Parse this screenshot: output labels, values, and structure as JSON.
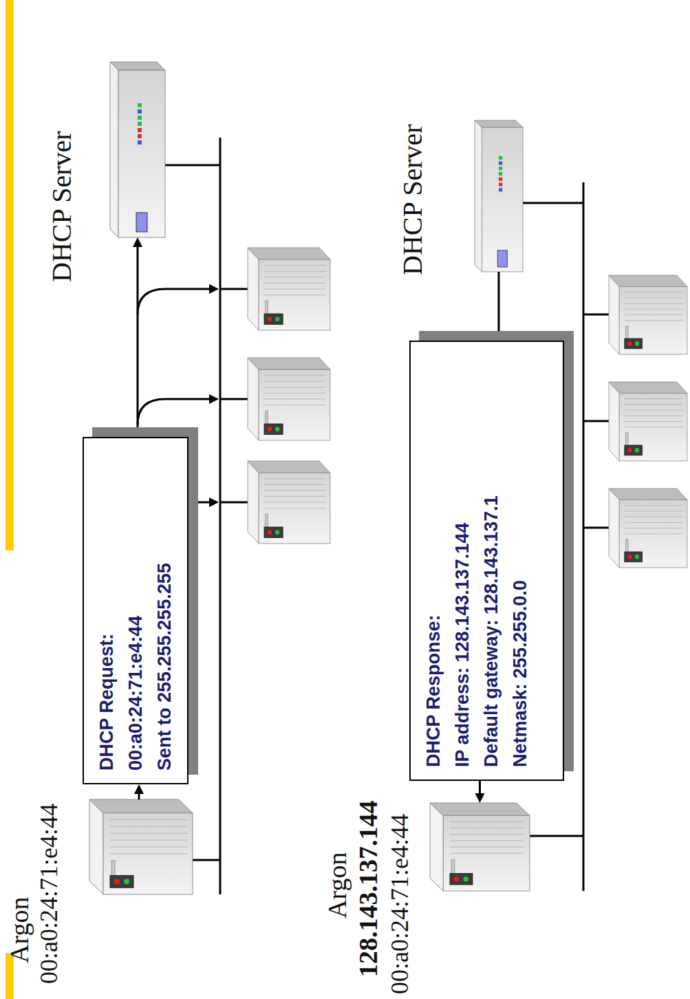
{
  "diagram": {
    "nodes": [
      {
        "text": [
          "Argon",
          "00:a0:24:71:e4:44"
        ]
      },
      {
        "text": [
          "DHCP Request:",
          "00:a0:24:71:e4:44",
          "Sent to 255.255.255.255"
        ]
      },
      {
        "text": [
          "DHCP Server"
        ]
      },
      {
        "text": [
          "Argon",
          "128.143.137.144",
          "00:a0:24:71:e4:44"
        ]
      },
      {
        "text": [
          "DHCP Response:",
          "IP address: 128.143.137.144",
          "Default gateway: 128.143.137.1",
          "Netmask: 255.255.0.0"
        ]
      },
      {
        "text": [
          "DHCP Server"
        ]
      }
    ],
    "edges": [
      {
        "from": 0,
        "to": 1,
        "arrow": "to"
      },
      {
        "from": 1,
        "to": 2,
        "arrow": "to"
      },
      {
        "from": 5,
        "to": 4,
        "arrow": "to"
      },
      {
        "from": 4,
        "to": 3,
        "arrow": "to"
      }
    ]
  }
}
